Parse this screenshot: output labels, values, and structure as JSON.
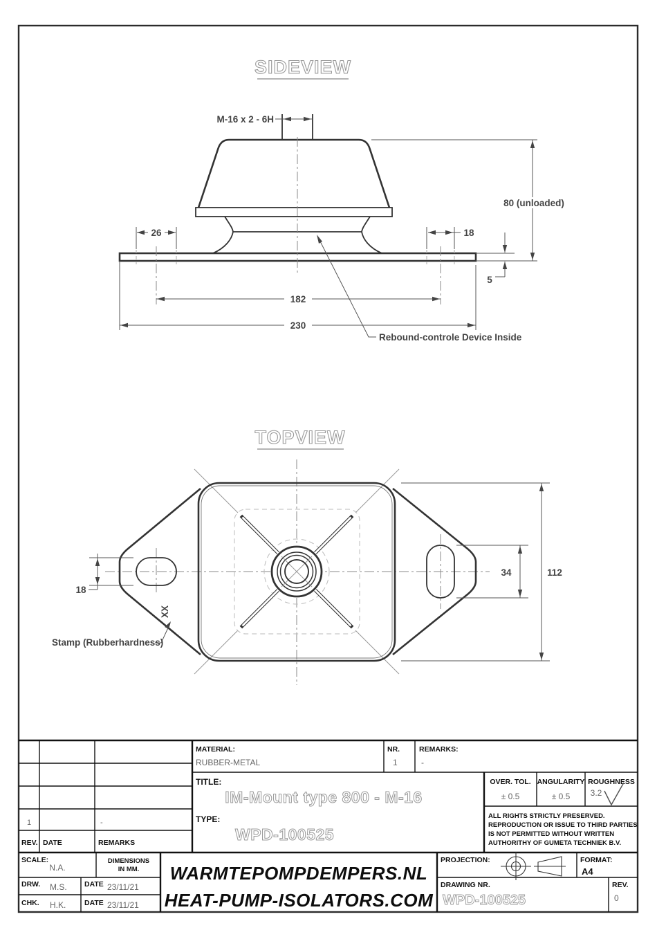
{
  "views": {
    "sideview": {
      "label": "SIDEVIEW",
      "dims": {
        "thread": "M-16 x 2 - 6H",
        "d26": "26",
        "d18": "18",
        "d80": "80 (unloaded)",
        "d5": "5",
        "d182": "182",
        "d230": "230"
      },
      "callout_rebound": "Rebound-controle Device Inside"
    },
    "topview": {
      "label": "TOPVIEW",
      "dims": {
        "d18": "18",
        "d34": "34",
        "d112": "112"
      },
      "stamp_mark": "XX",
      "callout_stamp": "Stamp (Rubberhardness)"
    }
  },
  "titleblock": {
    "material_label": "MATERIAL:",
    "material": "RUBBER-METAL",
    "nr_label": "NR.",
    "nr": "1",
    "remarks_label": "REMARKS:",
    "remarks": "-",
    "title_label": "TITLE:",
    "title": "IM-Mount type 800 - M-16",
    "type_label": "TYPE:",
    "type": "WPD-100525",
    "over_tol_label": "OVER. TOL.",
    "over_tol": "± 0.5",
    "angularity_label": "ANGULARITY",
    "angularity": "± 0.5",
    "roughness_label": "ROUGHNESS",
    "roughness": "3.2",
    "rights_lines": [
      "ALL RIGHTS STRICTLY PRESERVED.",
      "REPRODUCTION OR ISSUE TO THIRD PARTIES",
      "IS NOT PERMITTED WITHOUT WRITTEN",
      "AUTHORITHY OF GUMETA TECHNIEK B.V."
    ],
    "rev_table": {
      "rev_label": "REV.",
      "date_label": "DATE",
      "remarks_label": "REMARKS",
      "row": {
        "rev": "1",
        "date": "",
        "remarks": "-"
      }
    },
    "scale_label": "SCALE:",
    "scale": "N.A.",
    "dims_note_1": "DIMENSIONS",
    "dims_note_2": "IN MM.",
    "drw_label": "DRW.",
    "drw": "M.S.",
    "drw_date_label": "DATE",
    "drw_date": "23/11/21",
    "chk_label": "CHK.",
    "chk": "H.K.",
    "chk_date_label": "DATE",
    "chk_date": "23/11/21",
    "brand_line1": "WARMTEPOMPDEMPERS.NL",
    "brand_line2": "HEAT-PUMP-ISOLATORS.COM",
    "projection_label": "PROJECTION:",
    "format_label": "FORMAT:",
    "format": "A4",
    "drawing_nr_label": "DRAWING NR.",
    "drawing_nr": "WPD-100525",
    "rev_label": "REV.",
    "rev": "0"
  },
  "colors": {
    "line": "#333333",
    "dimension_text": "#444444",
    "hollow_outline": "#999999",
    "paper": "#ffffff"
  }
}
